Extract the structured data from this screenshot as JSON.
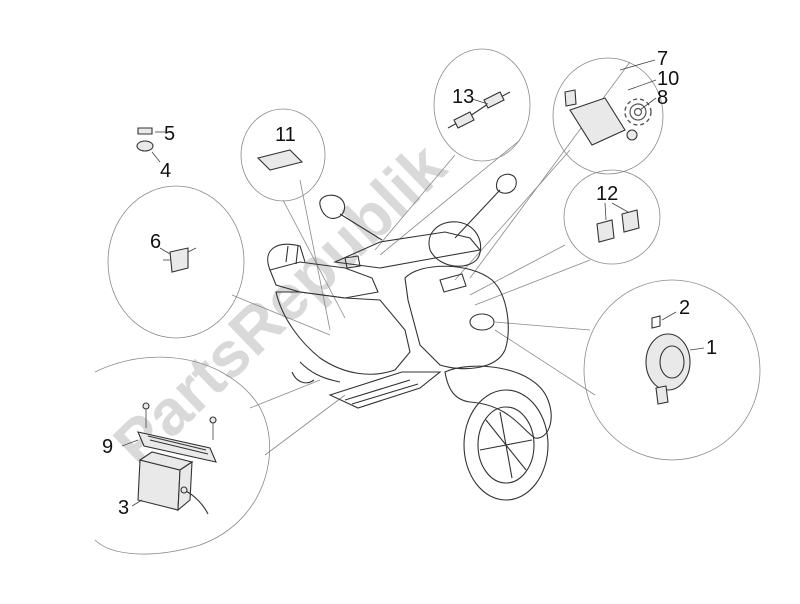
{
  "watermark": "PartsRepublik",
  "callouts": {
    "c1": "1",
    "c2": "2",
    "c3": "3",
    "c4": "4",
    "c5": "5",
    "c6": "6",
    "c7": "7",
    "c8": "8",
    "c9": "9",
    "c10": "10",
    "c11": "11",
    "c12": "12",
    "c13": "13"
  }
}
